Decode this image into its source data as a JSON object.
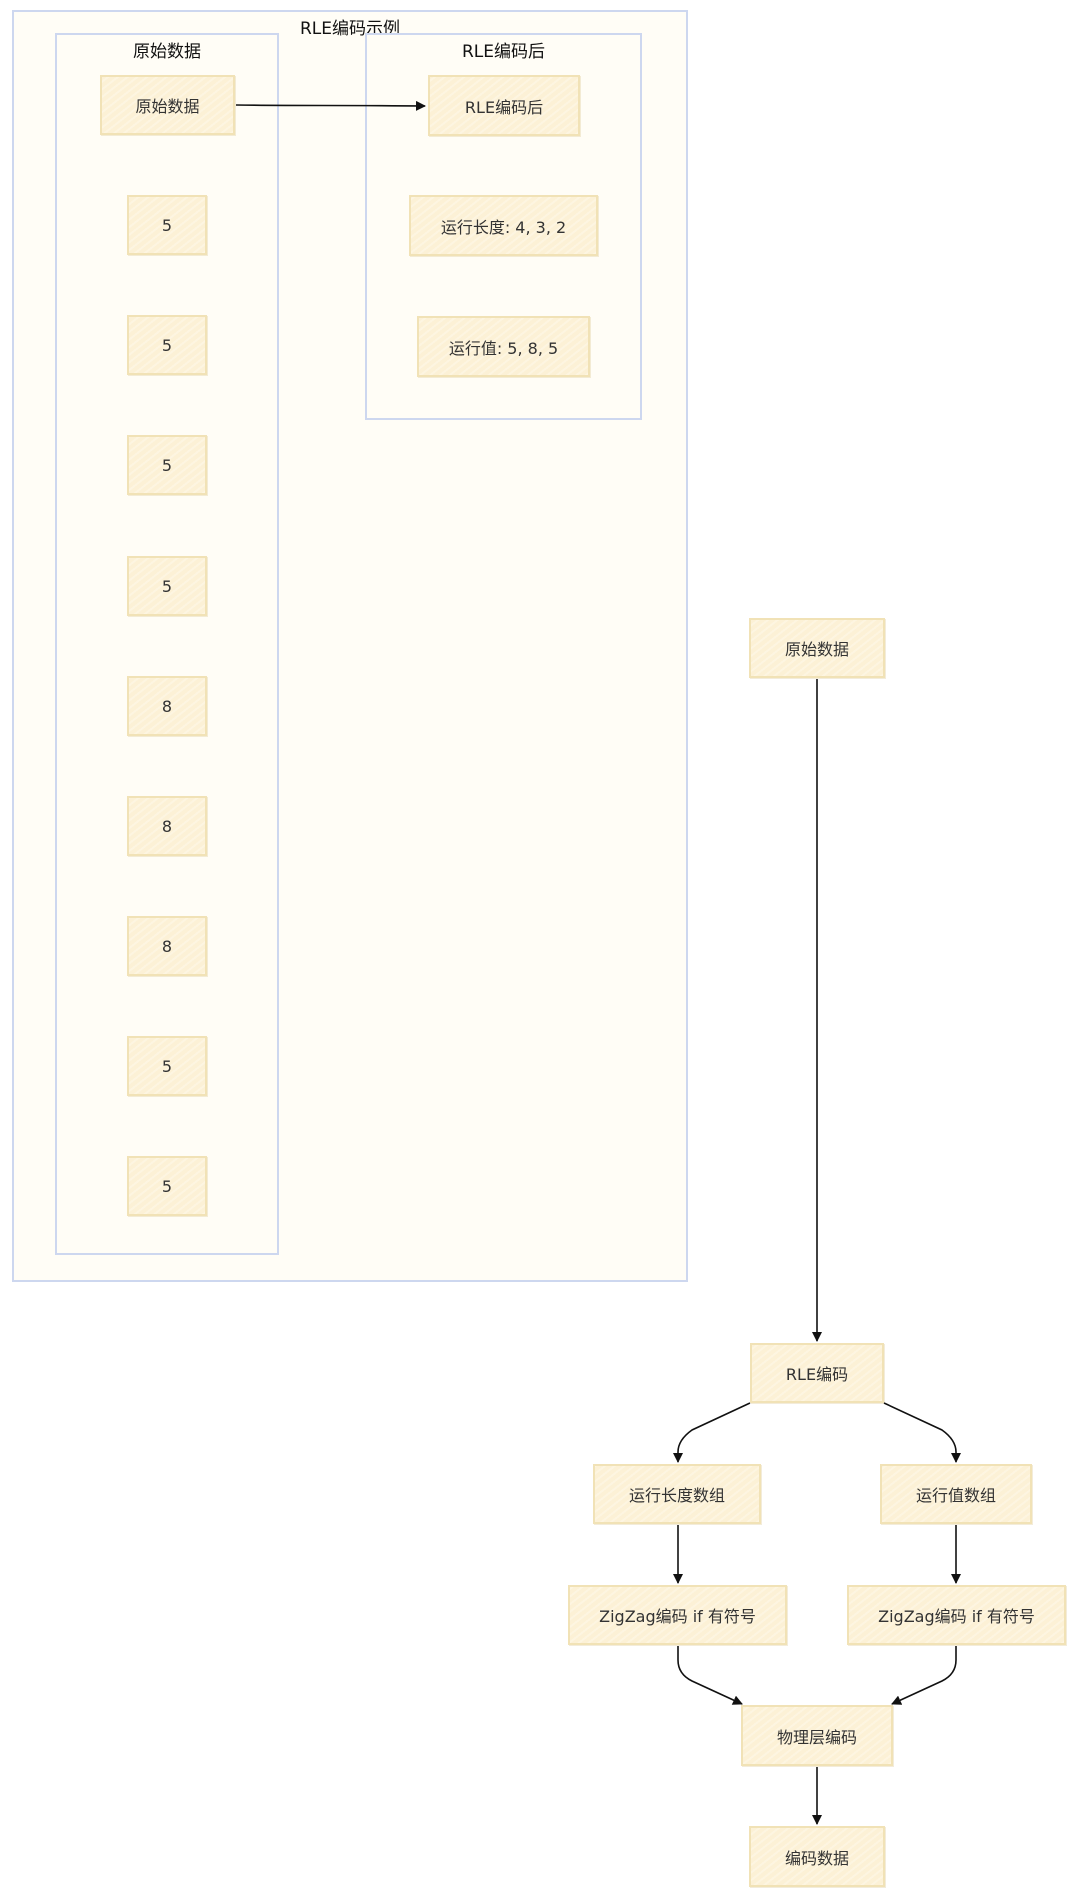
{
  "clusters": {
    "outer": {
      "title": "RLE编码示例"
    },
    "raw": {
      "title": "原始数据"
    },
    "encoded": {
      "title": "RLE编码后"
    }
  },
  "example": {
    "raw_header": "原始数据",
    "raw_values": [
      "5",
      "5",
      "5",
      "5",
      "8",
      "8",
      "8",
      "5",
      "5"
    ],
    "encoded_header": "RLE编码后",
    "run_lengths": "运行长度: 4, 3, 2",
    "run_values": "运行值: 5, 8, 5"
  },
  "flow": {
    "source": "原始数据",
    "rle": "RLE编码",
    "lengths_array": "运行长度数组",
    "values_array": "运行值数组",
    "zigzag_left": "ZigZag编码 if 有符号",
    "zigzag_right": "ZigZag编码 if 有符号",
    "physical": "物理层编码",
    "output": "编码数据"
  },
  "colors": {
    "node_fill": "#fcf1d6",
    "node_border": "#f1e2b6",
    "cluster_border": "#cdd7ef",
    "cluster_fill": "#fffdf6",
    "edge": "#111111"
  }
}
